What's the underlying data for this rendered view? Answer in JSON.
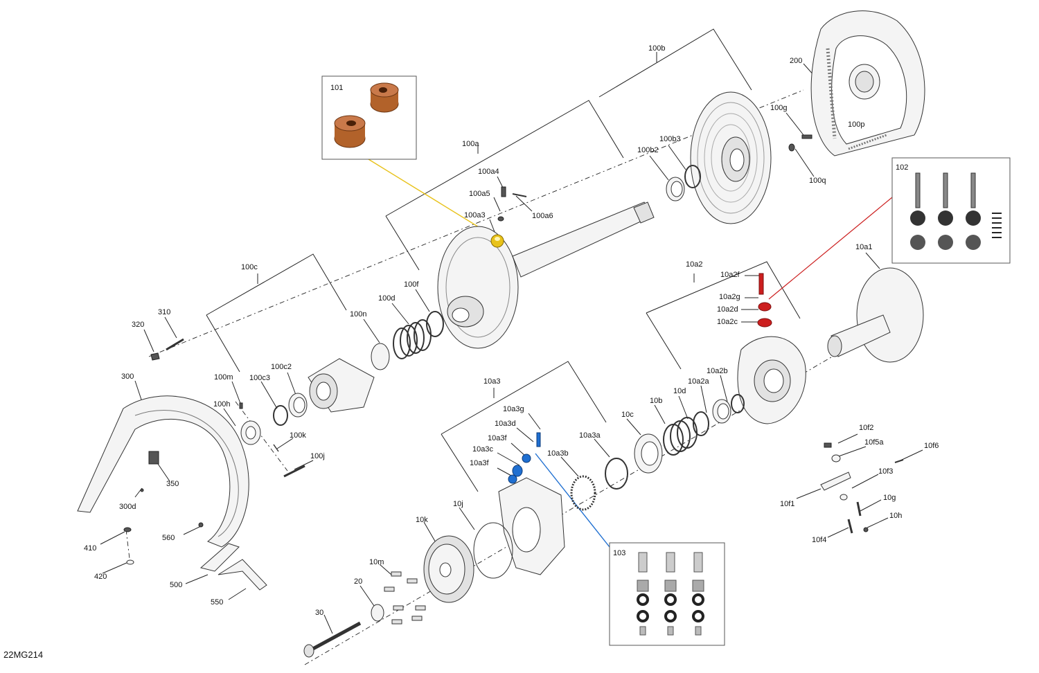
{
  "diagram": {
    "code": "22MG214",
    "colors": {
      "highlight_101": "#e8c21a",
      "highlight_102": "#cc1f1f",
      "highlight_103": "#1f6fd1",
      "roller": "#b2622a"
    },
    "labels": {
      "l100b": "100b",
      "l200": "200",
      "l101": "101",
      "l100g": "100g",
      "l100p": "100p",
      "l100a": "100a",
      "l100b3": "100b3",
      "l100b2": "100b2",
      "l100a4": "100a4",
      "l100q": "100q",
      "l102": "102",
      "l100a5": "100a5",
      "l100a6": "100a6",
      "l100a3": "100a3",
      "l10a1": "10a1",
      "l100c": "100c",
      "l10a2": "10a2",
      "l10a2f": "10a2f",
      "l100f": "100f",
      "l10a2g": "10a2g",
      "l100d": "100d",
      "l10a2d": "10a2d",
      "l310": "310",
      "l100n": "100n",
      "l10a2c": "10a2c",
      "l320": "320",
      "l300": "300",
      "l100m": "100m",
      "l100c3": "100c3",
      "l100c2": "100c2",
      "l10a2b": "10a2b",
      "l10a3": "10a3",
      "l10a2a": "10a2a",
      "l10d": "10d",
      "l10b": "10b",
      "l100h": "100h",
      "l10a3g": "10a3g",
      "l10c": "10c",
      "l10f2": "10f2",
      "l10a3d": "10a3d",
      "l10f5a": "10f5a",
      "l10f6": "10f6",
      "l100k": "100k",
      "l10a3a": "10a3a",
      "l10a3f_1": "10a3f",
      "l10a3c": "10a3c",
      "l10a3b": "10a3b",
      "l100j": "100j",
      "l10a3f_2": "10a3f",
      "l10f3": "10f3",
      "l350": "350",
      "l10f1": "10f1",
      "l300d": "300d",
      "l10g": "10g",
      "l10j": "10j",
      "l10h": "10h",
      "l10k": "10k",
      "l560": "560",
      "l410": "410",
      "l10f4": "10f4",
      "l103": "103",
      "l420": "420",
      "l10m": "10m",
      "l500": "500",
      "l20": "20",
      "l550": "550",
      "l30": "30"
    }
  }
}
